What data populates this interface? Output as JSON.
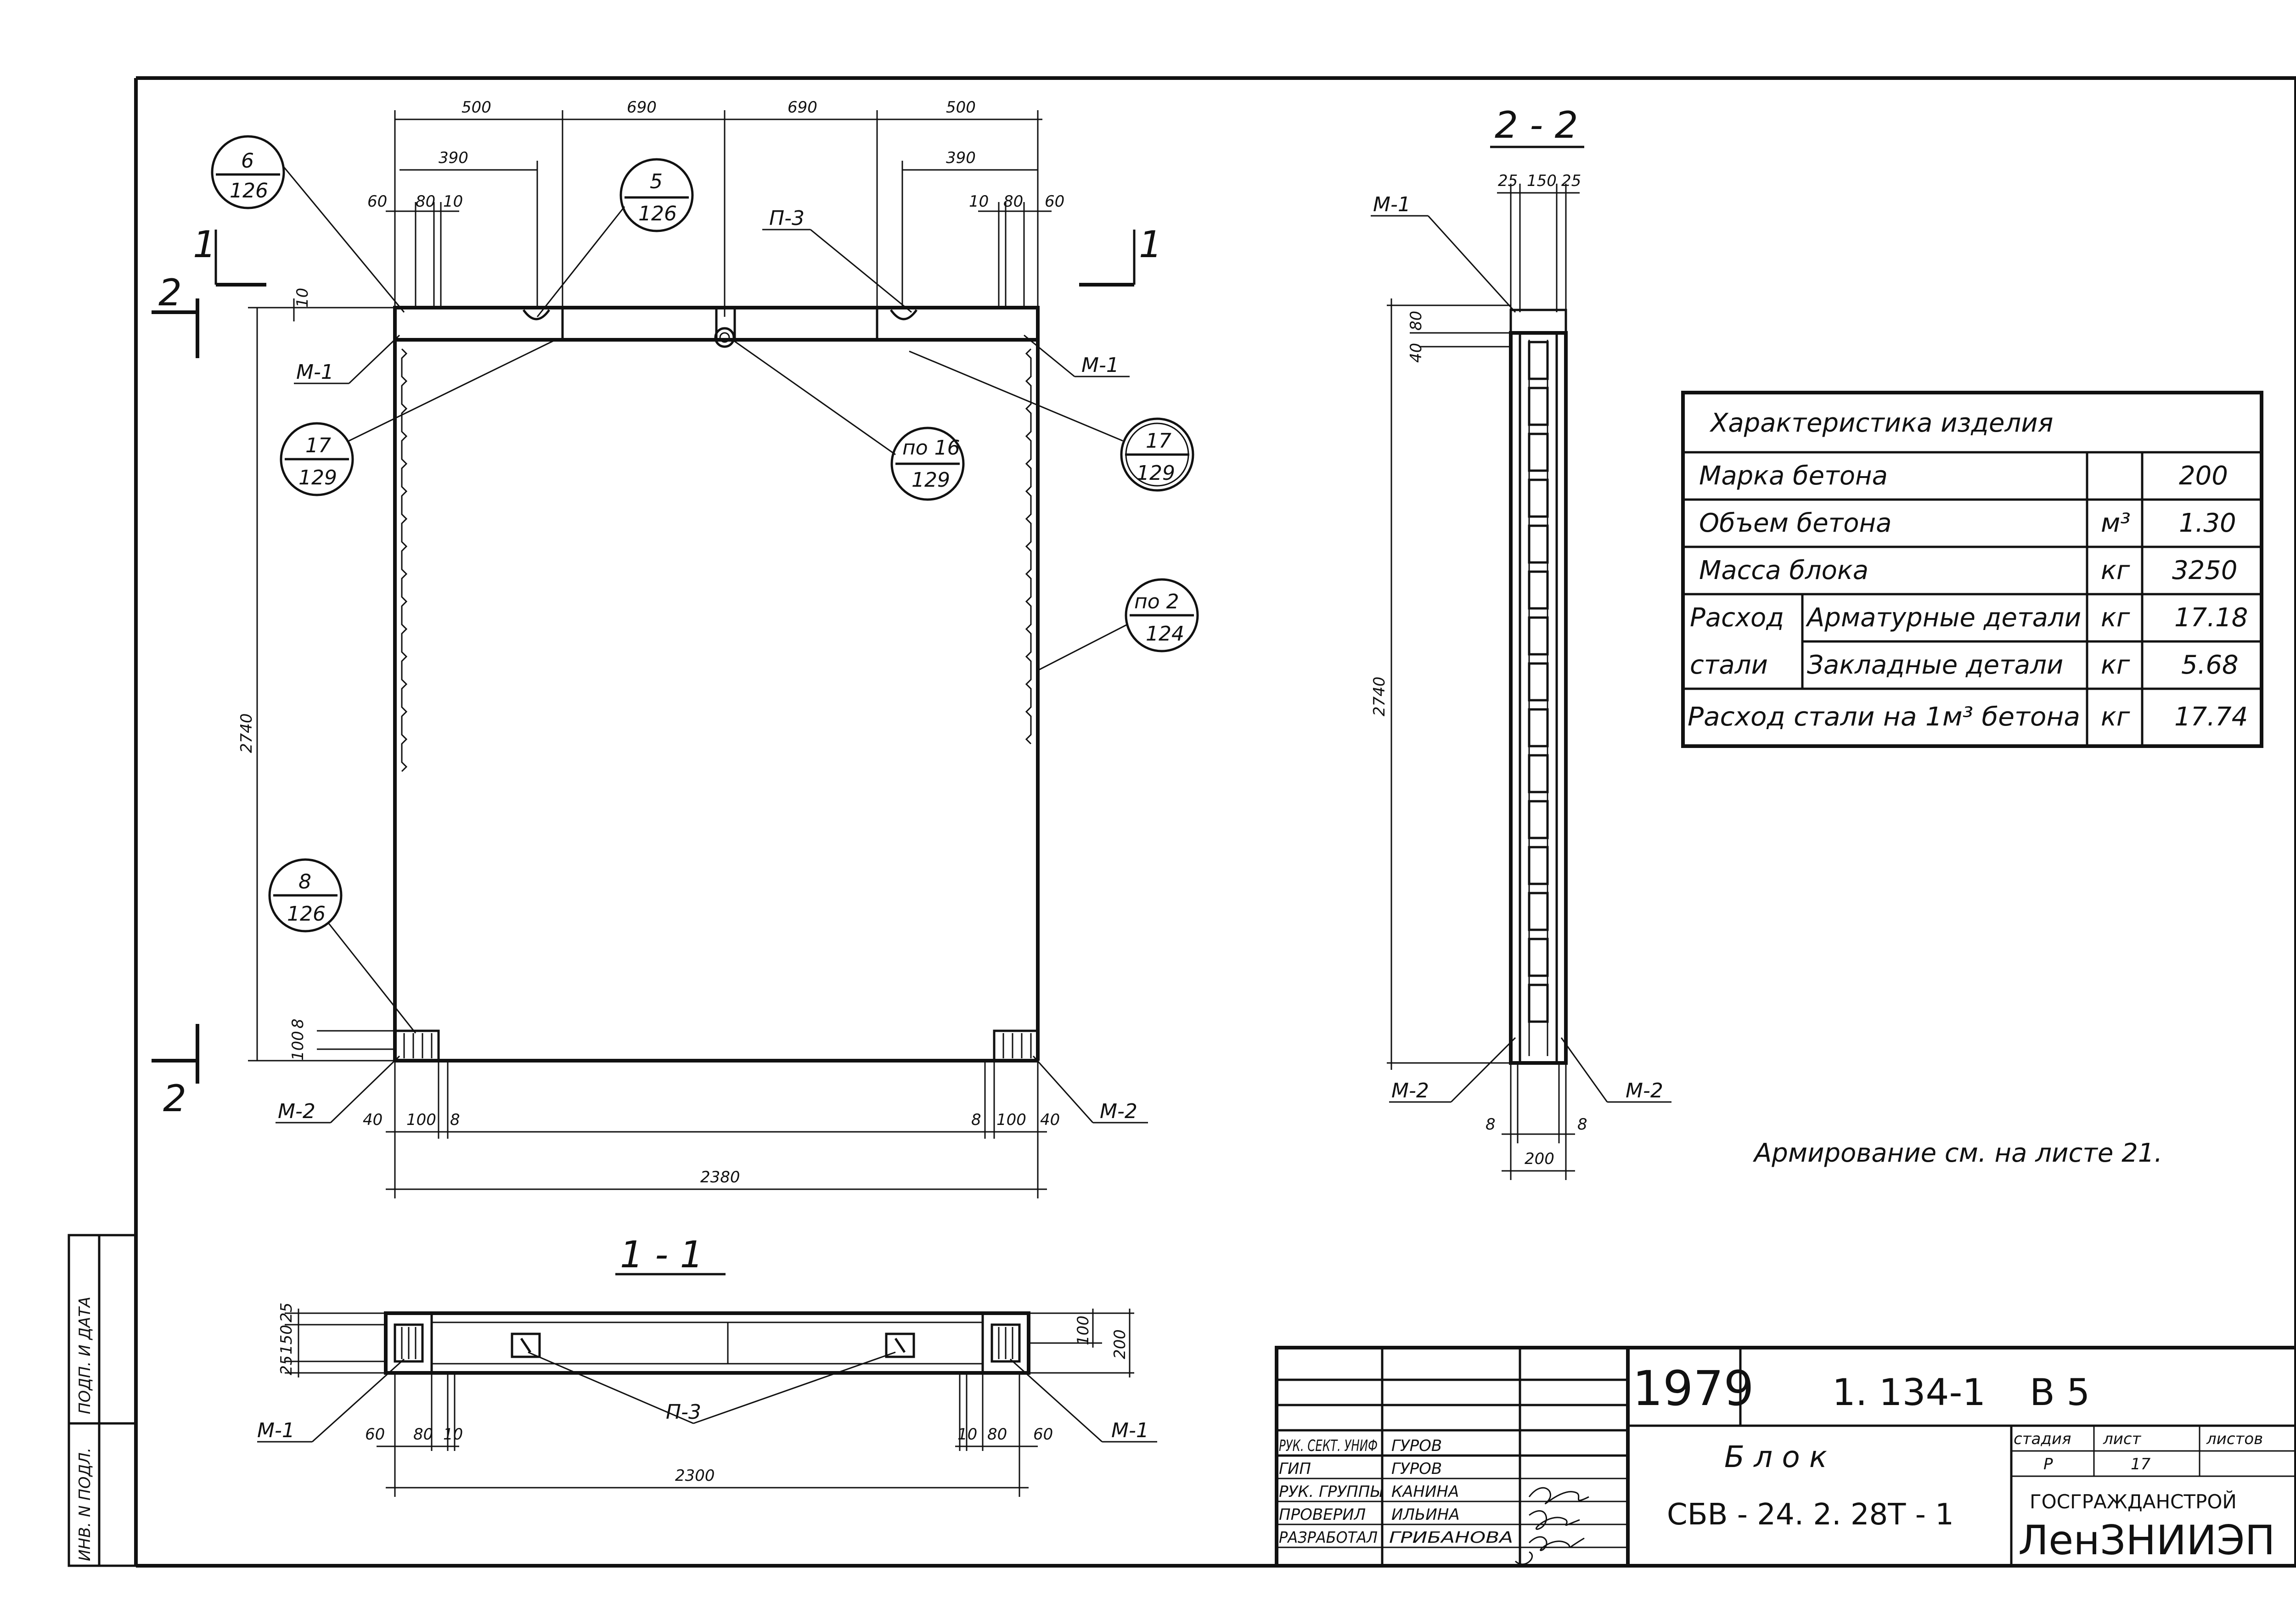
{
  "colors": {
    "ink": "#111111",
    "paper": "#ffffff"
  },
  "elevation": {
    "top_dims": [
      "500",
      "690",
      "690",
      "500"
    ],
    "sub_dims_left": [
      "390",
      "60",
      "80",
      "10"
    ],
    "sub_dims_right": [
      "390",
      "10",
      "80",
      "60"
    ],
    "dim_10": "10",
    "height_dim": "2740",
    "bottom_left_dims": [
      "100",
      "8"
    ],
    "base_dims_left": [
      "40",
      "100",
      "8"
    ],
    "base_dims_right": [
      "8",
      "100",
      "40"
    ],
    "width_dim": "2380",
    "refs": {
      "r6": {
        "top": "6",
        "bottom": "126"
      },
      "r5": {
        "top": "5",
        "bottom": "126"
      },
      "r17a": {
        "top": "17",
        "bottom": "129"
      },
      "r16": {
        "top": "по 16",
        "bottom": "129"
      },
      "r17b": {
        "top": "17",
        "bottom": "129"
      },
      "r2": {
        "top": "по 2",
        "bottom": "124"
      },
      "r8": {
        "top": "8",
        "bottom": "126"
      }
    },
    "labels": {
      "p3": "П-3",
      "m1_left": "М-1",
      "m1_right": "М-1",
      "m2_left": "М-2",
      "m2_right": "М-2",
      "cut1_left": "1",
      "cut1_right": "1",
      "cut2_top": "2",
      "cut2_bottom": "2"
    }
  },
  "section22": {
    "title": "2 - 2",
    "m1": "М-1",
    "top_dims": [
      "25",
      "150",
      "25"
    ],
    "side_dims": [
      "80",
      "40"
    ],
    "height_dim": "2740",
    "m2_left": "М-2",
    "m2_right": "М-2",
    "base_dims": [
      "8",
      "8"
    ],
    "width_dim": "200"
  },
  "section11": {
    "title": "1 - 1",
    "left_dims": [
      "25",
      "150",
      "25",
      "25",
      "150",
      "25"
    ],
    "right_dims": [
      "100",
      "200"
    ],
    "m1_left": "М-1",
    "m1_right": "М-1",
    "p3": "П-3",
    "base_left": [
      "60",
      "80",
      "10"
    ],
    "base_right": [
      "10",
      "80",
      "60"
    ],
    "width_dim": "2300"
  },
  "characteristics": {
    "title": "Характеристика изделия",
    "rows": [
      {
        "name": "Марка бетона",
        "unit": "",
        "value": "200"
      },
      {
        "name": "Объем бетона",
        "unit": "м³",
        "value": "1.30"
      },
      {
        "name": "Масса блока",
        "unit": "кг",
        "value": "3250"
      }
    ],
    "steel_group_line1": "Расход",
    "steel_group_line2": "стали",
    "steel_rows": [
      {
        "name": "Арматурные детали",
        "unit": "кг",
        "value": "17.18"
      },
      {
        "name": "Закладные детали",
        "unit": "кг",
        "value": "5.68"
      }
    ],
    "last_row": {
      "name": "Расход стали на 1м³ бетона",
      "unit": "кг",
      "value": "17.74"
    }
  },
  "note": "Армирование см. на листе 21.",
  "title_block": {
    "year": "1979",
    "series": "1. 134-1",
    "issue": "В 5",
    "name_line1": "Б л о к",
    "name_line2": "СБВ - 24. 2. 28Т - 1",
    "stage_header": "стадия",
    "sheet_header": "лист",
    "sheets_header": "листов",
    "stage": "Р",
    "sheet": "17",
    "sheets": "",
    "org1": "ГОСГРАЖДАНСТРОЙ",
    "org2": "ЛенЗНИИЭП",
    "staff": [
      {
        "role": "РУК. СЕКТ. УНИФ",
        "name": "ГУРОВ"
      },
      {
        "role": "ГИП",
        "name": "ГУРОВ"
      },
      {
        "role": "РУК. ГРУППЫ",
        "name": "КАНИНА"
      },
      {
        "role": "ПРОВЕРИЛ",
        "name": "ИЛЬИНА"
      },
      {
        "role": "РАЗРАБОТАЛ",
        "name": "ГРИБАНОВА"
      }
    ]
  },
  "side_stamp": {
    "top": "ПОДП. И ДАТА",
    "bottom": "ИНВ. N ПОДЛ."
  }
}
